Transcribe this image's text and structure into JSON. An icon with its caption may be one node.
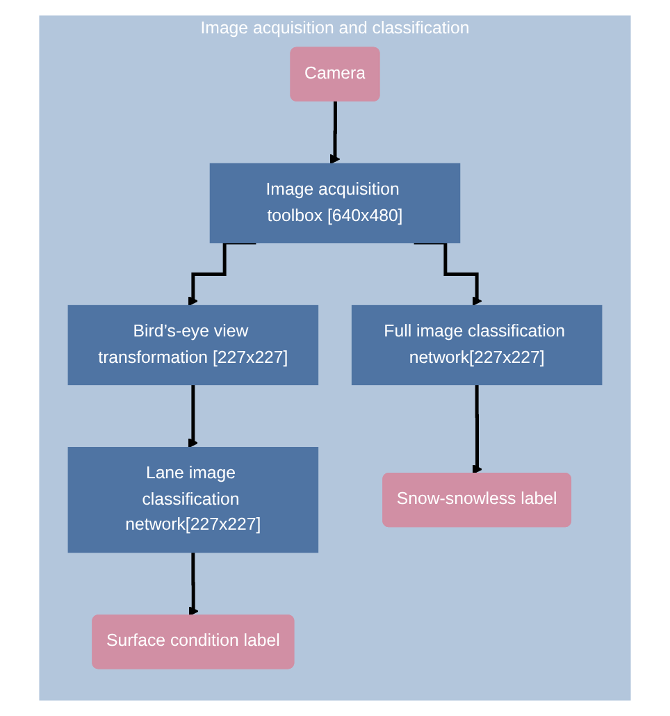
{
  "diagram": {
    "nodes": [
      {
        "text": [
          "Image acquisition and classification"
        ]
      },
      {
        "text": [
          "Camera"
        ],
        "in": 0
      },
      {
        "text": [
          "Image acquisition toolbox [640x480]"
        ],
        "in": 0
      },
      {
        "text": [
          "Bird’s-eye view transformation [227x227]"
        ],
        "in": 0
      },
      {
        "text": [
          "Lane image classification network[227x227]"
        ],
        "in": 0
      },
      {
        "text": [
          "Surface condition label"
        ],
        "in": 0
      },
      {
        "text": [
          "Full image classification network[227x227]"
        ],
        "in": 0
      },
      {
        "text": [
          "Snow-snowless label"
        ],
        "in": 0
      }
    ],
    "edges": [
      {
        "from": 1,
        "to": 2,
        "arrow": "to"
      },
      {
        "from": 2,
        "to": 3,
        "arrow": "to"
      },
      {
        "from": 2,
        "to": 6,
        "arrow": "to"
      },
      {
        "from": 3,
        "to": 4,
        "arrow": "to"
      },
      {
        "from": 4,
        "to": 5,
        "arrow": "to"
      },
      {
        "from": 6,
        "to": 7,
        "arrow": "to"
      }
    ]
  }
}
